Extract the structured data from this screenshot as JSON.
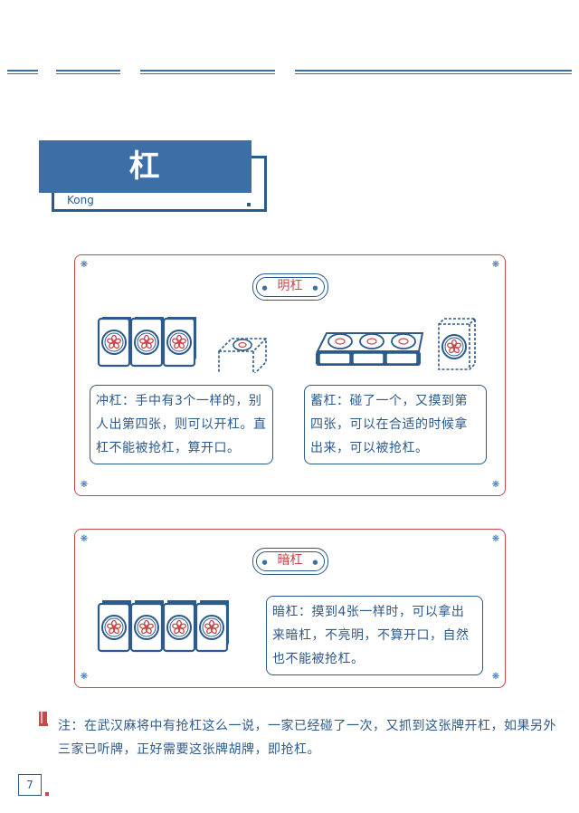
{
  "section": {
    "title": "杠",
    "subtitle": "Kong"
  },
  "panel_ming": {
    "label": "明杠",
    "desc_left": "冲杠：手中有3个一样的，别人出第四张，则可以开杠。直杠不能被抢杠，算开口。",
    "desc_right": "蓄杠：碰了一个，又摸到第四张，可以在合适的时候拿出来，可以被抢杠。"
  },
  "panel_an": {
    "label": "暗杠",
    "desc": "暗杠：摸到4张一样时，可以拿出来暗杠，不亮明，不算开口，自然也不能被抢杠。"
  },
  "note": "注：在武汉麻将中有抢杠这么一说，一家已经碰了一次，又抓到这张牌开杠，如果另外三家已听牌，正好需要这张牌胡牌，即抢杠。",
  "page_number": "7",
  "colors": {
    "primary": "#3d6fa6",
    "outline": "#2c5a8c",
    "accent": "#c9484b"
  },
  "icons": {
    "corner": "snowflake-icon",
    "tile_face": "flower-tile-icon",
    "note": "book-icon"
  }
}
